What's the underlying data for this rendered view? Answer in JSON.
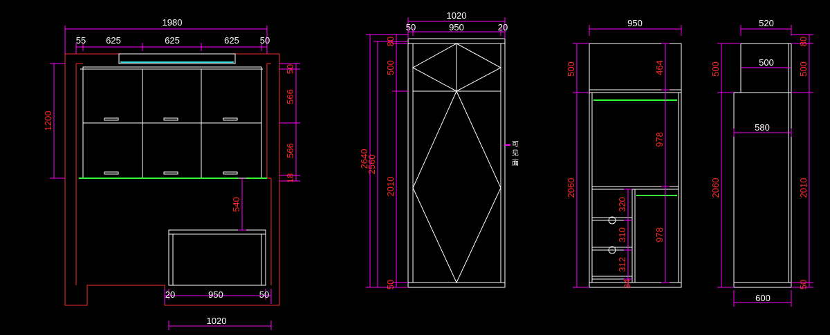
{
  "colors": {
    "background": "#000000",
    "outline": "#ffffff",
    "outer_frame": "#ff2a2a",
    "dimension": "#ff00ff",
    "dimension_text_horizontal": "#ffffff",
    "dimension_text_vertical": "#ff2a2a",
    "shelf_green": "#33ff33",
    "light_cyan": "#33e0e0",
    "marker": "#ff00ff"
  },
  "view1": {
    "dims_top": [
      "1980",
      "55",
      "625",
      "625",
      "625",
      "50"
    ],
    "dims_left": [
      "1200"
    ],
    "dims_right": [
      "50",
      "566",
      "566",
      "18"
    ],
    "dim_mid": "540",
    "dims_bottom": [
      "20",
      "950",
      "50",
      "1020"
    ]
  },
  "view2": {
    "dims_top": [
      "1020",
      "50",
      "950",
      "20"
    ],
    "dims_left": [
      "2640",
      "2560"
    ],
    "dims_inner_left": [
      "80",
      "500",
      "2010",
      "50"
    ],
    "note": [
      "可",
      "见",
      "面"
    ]
  },
  "view3": {
    "dims_top": [
      "950"
    ],
    "dims_left": [
      "500",
      "2060"
    ],
    "dims_inner": [
      "464",
      "978",
      "320",
      "310",
      "312",
      "978",
      "34"
    ]
  },
  "view4": {
    "dims_top": [
      "520"
    ],
    "dims_inner_top": [
      "500"
    ],
    "dims_mid": [
      "580"
    ],
    "dims_bottom": [
      "600"
    ],
    "dims_left": [
      "500",
      "2060"
    ],
    "dims_right": [
      "80",
      "500",
      "2010",
      "50"
    ]
  }
}
